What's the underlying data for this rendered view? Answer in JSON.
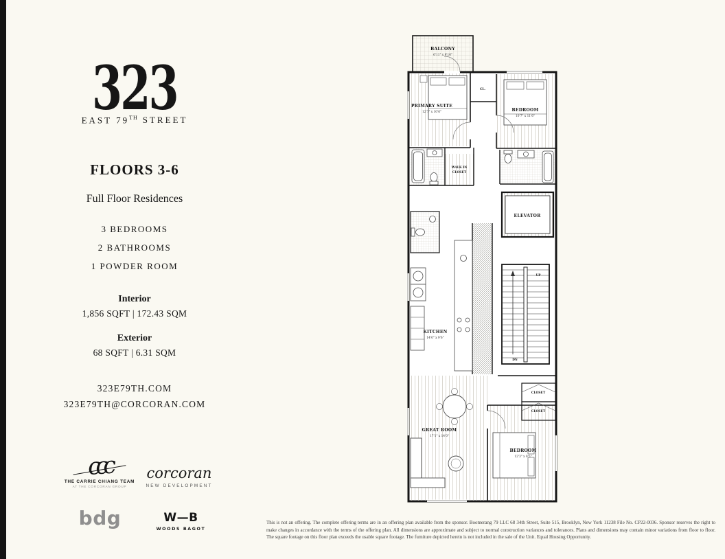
{
  "brand": {
    "building_number": "323",
    "street_prefix": "EAST 79",
    "street_sup": "TH",
    "street_suffix": "STREET"
  },
  "listing": {
    "floors_title": "FLOORS 3-6",
    "residence_type": "Full Floor Residences",
    "features": [
      "3 BEDROOMS",
      "2 BATHROOMS",
      "1 POWDER ROOM"
    ],
    "interior_label": "Interior",
    "interior_value": "1,856 SQFT | 172.43 SQM",
    "exterior_label": "Exterior",
    "exterior_value": "68 SQFT | 6.31 SQM",
    "website": "323E79TH.COM",
    "email": "323E79TH@CORCORAN.COM"
  },
  "logos": {
    "ccc_script": "ccc",
    "ccc_team": "THE CARRIE CHIANG TEAM",
    "ccc_team_sub": "AT THE CORCORAN GROUP",
    "corcoran_script": "corcoran",
    "corcoran_sub": "NEW DEVELOPMENT",
    "bdg": "bdg",
    "wb_mark": "W—B",
    "wb_name": "WOODS BAGOT"
  },
  "plan": {
    "balcony": {
      "name": "BALCONY",
      "dims": "6'11\" x 9'10\""
    },
    "primary_suite": {
      "name": "PRIMARY SUITE",
      "dims": "12'7\" x 10'6\""
    },
    "bedroom_top": {
      "name": "BEDROOM",
      "dims": "10'7\" x 11'6\""
    },
    "cl": "CL.",
    "walk_in_line1": "WALK IN",
    "walk_in_line2": "CLOSET",
    "elevator": "ELEVATOR",
    "kitchen": {
      "name": "KITCHEN",
      "dims": "14'0\" x 9'6\""
    },
    "great_room": {
      "name": "GREAT ROOM",
      "dims": "17'1\" x 14'0\""
    },
    "bedroom_bottom": {
      "name": "BEDROOM",
      "dims": "12'3\" x 9'5\""
    },
    "closet_upper": "CLOSET",
    "closet_lower": "CLOSET",
    "up": "UP",
    "dn": "DN"
  },
  "disclaimer": "This is not an offering. The complete offering terms are in an offering plan available from the sponsor. Boomerang 79 LLC 68 34th Street, Suite 515, Brooklyn, New York 11238 File No. CP22-0036. Sponsor reserves the right to make changes in accordance with the terms of the offering plan. All dimensions are approximate and subject to normal construction variances and tolerances. Plans and dimensions may contain minor variations from floor to floor. The square footage on this floor plan exceeds the usable square footage. The furniture depicted herein is not included in the sale of the Unit. Equal Housing Opportunity."
}
